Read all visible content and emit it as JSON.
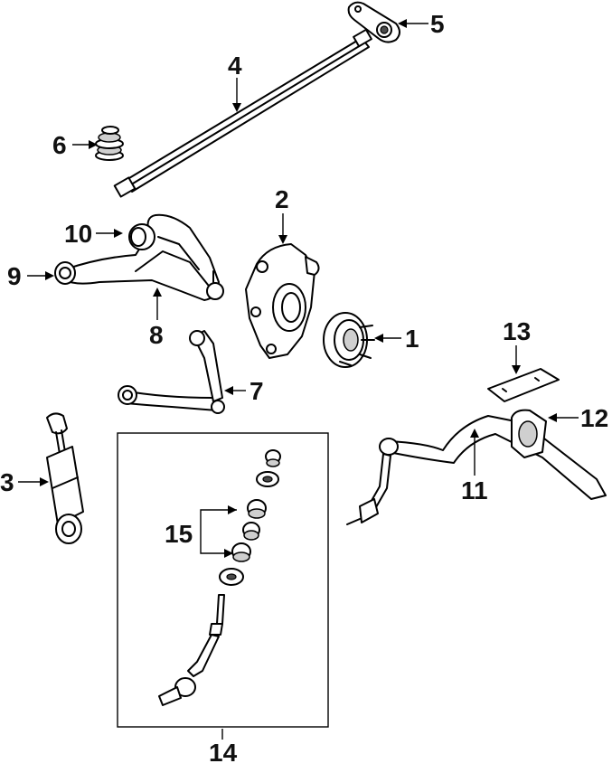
{
  "callouts": [
    {
      "id": "1",
      "label": "1"
    },
    {
      "id": "2",
      "label": "2"
    },
    {
      "id": "3",
      "label": "3"
    },
    {
      "id": "4",
      "label": "4"
    },
    {
      "id": "5",
      "label": "5"
    },
    {
      "id": "6",
      "label": "6"
    },
    {
      "id": "7",
      "label": "7"
    },
    {
      "id": "8",
      "label": "8"
    },
    {
      "id": "9",
      "label": "9"
    },
    {
      "id": "10",
      "label": "10"
    },
    {
      "id": "11",
      "label": "11"
    },
    {
      "id": "12",
      "label": "12"
    },
    {
      "id": "13",
      "label": "13"
    },
    {
      "id": "14",
      "label": "14"
    },
    {
      "id": "15",
      "label": "15"
    }
  ],
  "colors": {
    "line": "#000000",
    "background": "#ffffff",
    "shade": "#cfcfcf"
  }
}
